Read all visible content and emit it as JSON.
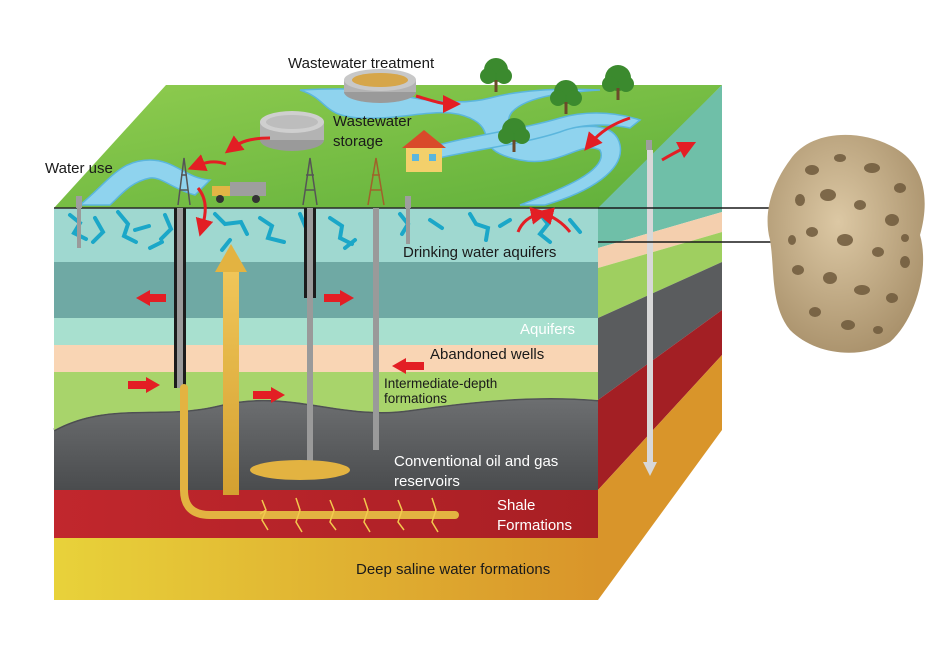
{
  "labels": {
    "wastewater_treatment": "Wastewater treatment",
    "wastewater_storage_line1": "Wastewater",
    "wastewater_storage_line2": "storage",
    "water_use": "Water use",
    "drinking_water_aquifers": "Drinking water aquifers",
    "aquifers": "Aquifers",
    "abandoned_wells": "Abandoned wells",
    "intermediate_depth_line1": "Intermediate-depth",
    "intermediate_depth_line2": "formations",
    "conventional_line1": "Conventional oil and gas",
    "conventional_line2": "reservoirs",
    "shale_line1": "Shale",
    "shale_line2": "Formations",
    "deep_saline": "Deep saline water formations"
  },
  "colors": {
    "surface_green": "#7cc242",
    "river_blue": "#8fd3ee",
    "drinking_aquifer": "#9fd8d0",
    "aquifer_band": "#6fa9a4",
    "aquifer_light": "#a8e0d0",
    "abandoned_band": "#f9d5b4",
    "intermediate_band": "#a8d46b",
    "conventional_band": "#5a5c5e",
    "shale_band": "#c0272d",
    "deep_saline_band": "#e9c12e",
    "fluid_arrow": "#e3b341",
    "red_arrow": "#e31e24",
    "rock_sample": "#c9b28c"
  },
  "icons": [
    "tree-icon",
    "house-icon",
    "truck-icon",
    "drilling-rig-icon",
    "storage-tank-icon",
    "treatment-pond-icon",
    "porous-rock-sample"
  ]
}
